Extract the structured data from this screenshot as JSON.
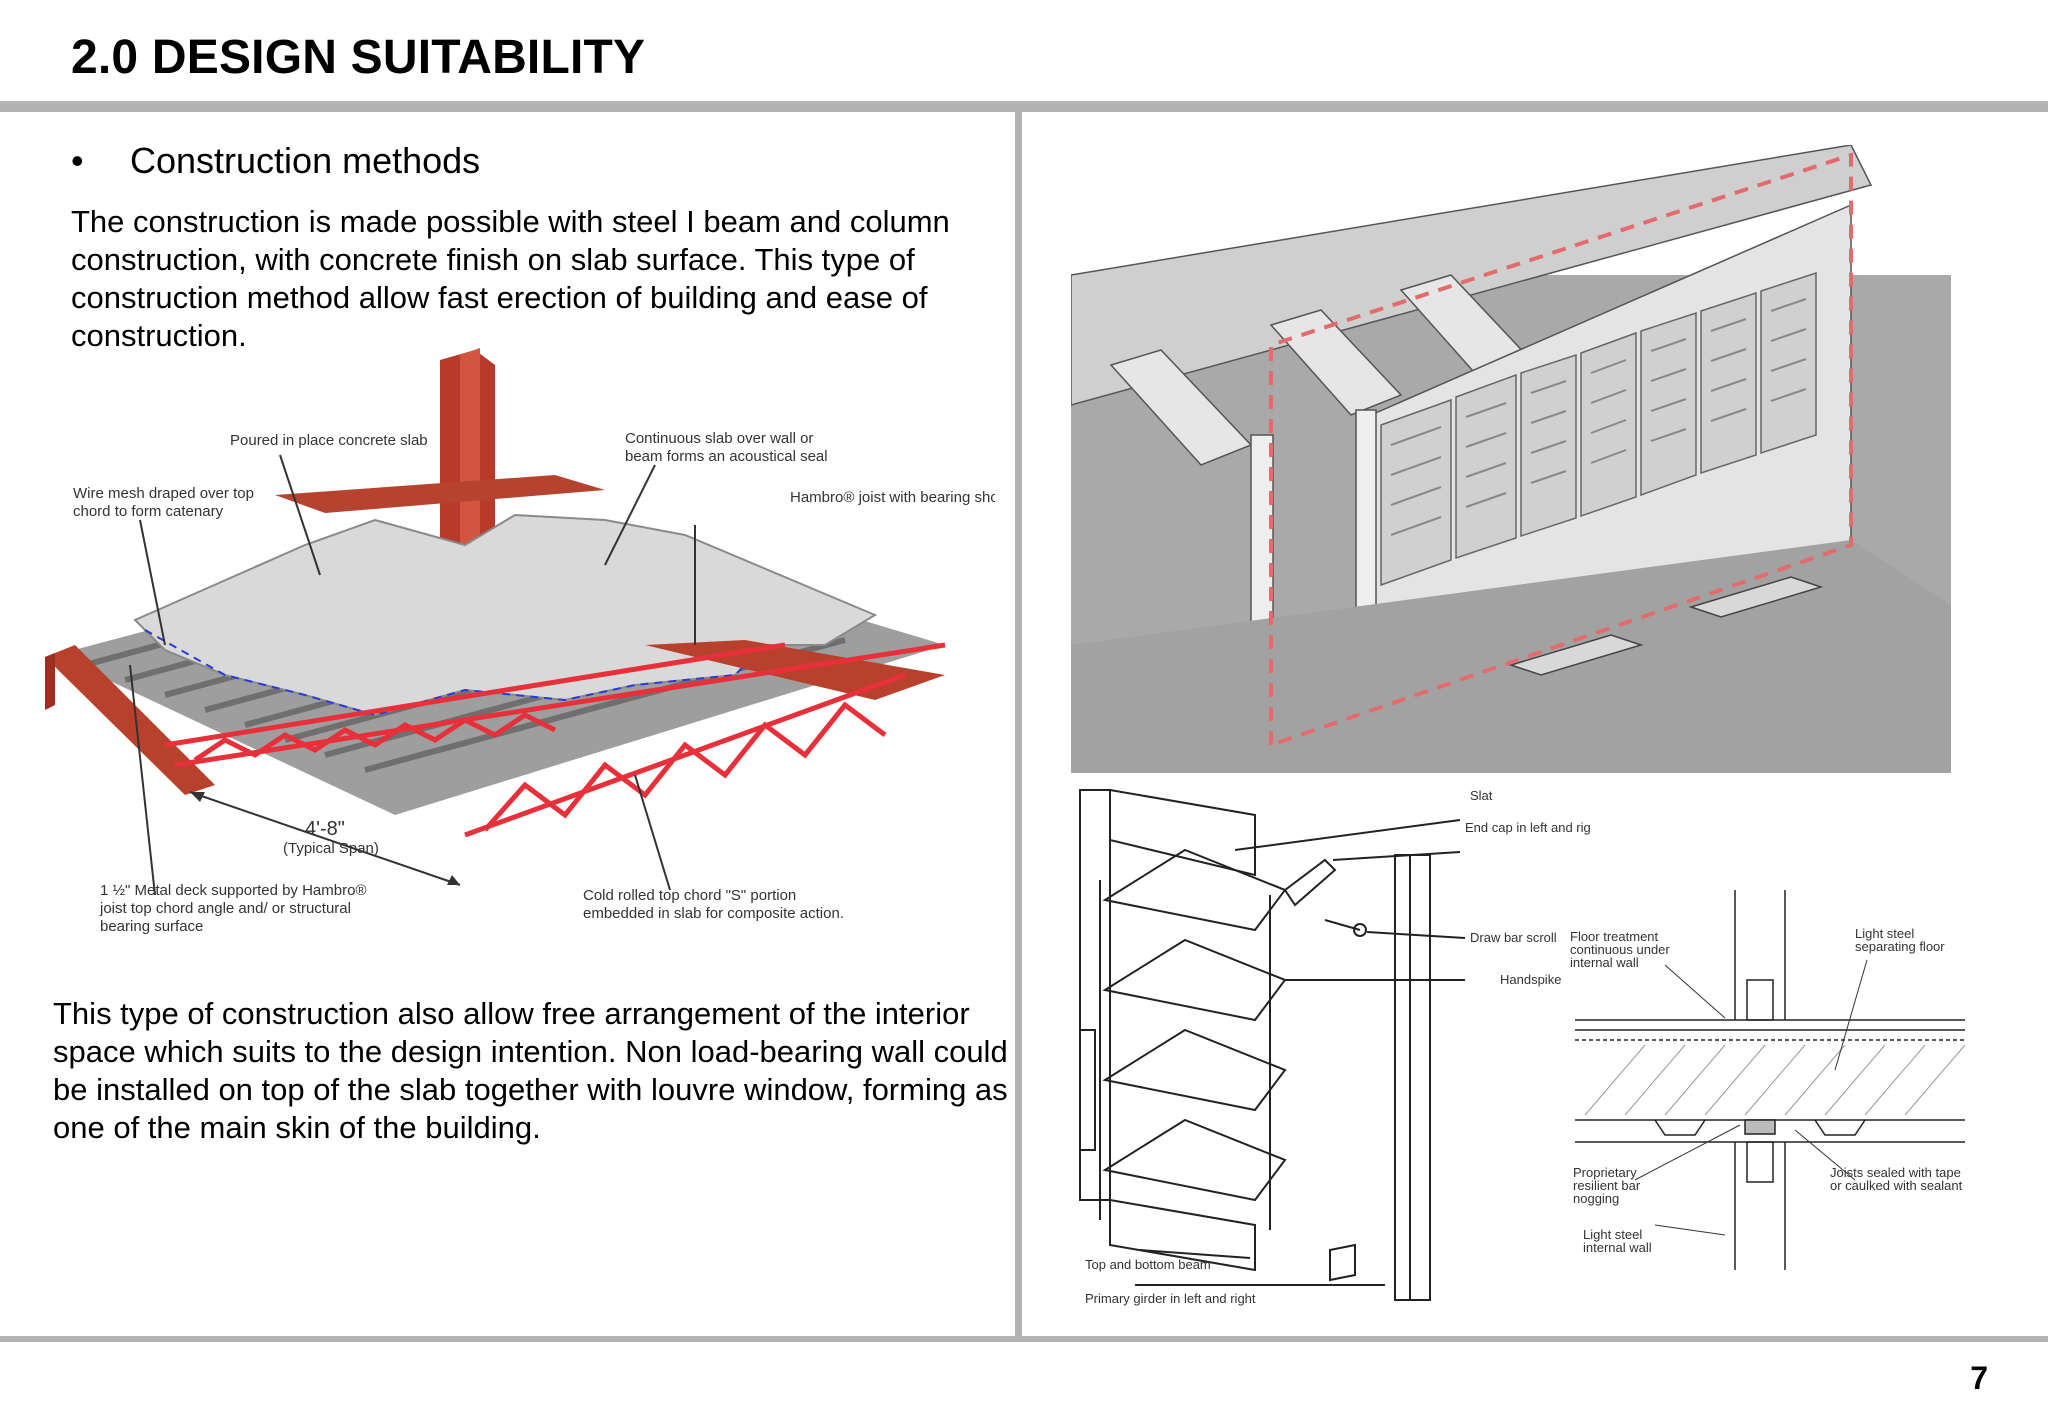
{
  "header": {
    "title": "2.0 DESIGN SUITABILITY"
  },
  "footer": {
    "page_number": "7"
  },
  "content": {
    "bullet_marker": "•",
    "bullet_heading": "Construction methods",
    "paragraph1": "The construction is made possible with steel I beam and column construction, with concrete finish on slab surface. This type of construction method allow fast erection of building and ease of construction.",
    "paragraph2": "This type of construction also allow free arrangement of the interior space which suits to the design intention. Non load-bearing wall could be installed on top of the slab together with louvre window, forming as one of the main skin of the building."
  },
  "steel_diagram": {
    "label_slab": "Poured in place concrete slab",
    "label_continuous_1": "Continuous slab over wall or",
    "label_continuous_2": "beam forms an acoustical seal",
    "label_mesh_1": "Wire mesh draped over top",
    "label_mesh_2": "chord to form catenary",
    "label_hambro_joist": "Hambro® joist with bearing shoe",
    "label_span": "4'-8\"",
    "label_typical_span": "(Typical Span)",
    "label_deck_1": "1 ½\" Metal deck supported by Hambro®",
    "label_deck_2": "joist top chord angle and/ or structural",
    "label_deck_3": "bearing surface",
    "label_chord_1": "Cold rolled top chord \"S\" portion",
    "label_chord_2": "embedded in slab for composite action."
  },
  "louvre_diagram": {
    "label_slat": "Slat",
    "label_end_cap": "End cap in left and rig",
    "label_draw_bar": "Draw bar scroll",
    "label_handspike": "Handspike",
    "label_top_bottom_beam": "Top and bottom beam",
    "label_primary_girder": "Primary girder in left and right"
  },
  "section_diagram": {
    "label_floor_treatment_1": "Floor treatment",
    "label_floor_treatment_2": "continuous under",
    "label_floor_treatment_3": "internal wall",
    "label_light_steel_floor_1": "Light steel",
    "label_light_steel_floor_2": "separating floor",
    "label_resilient_1": "Proprietary",
    "label_resilient_2": "resilient bar",
    "label_resilient_3": "nogging",
    "label_joists_1": "Joists sealed with tape",
    "label_joists_2": "or caulked with sealant",
    "label_internal_wall_1": "Light steel",
    "label_internal_wall_2": "internal wall"
  },
  "colors": {
    "rule": "#b3b3b3",
    "steel": "#c0392b",
    "joist": "#e8303a",
    "render_dash": "#e36b6b"
  }
}
